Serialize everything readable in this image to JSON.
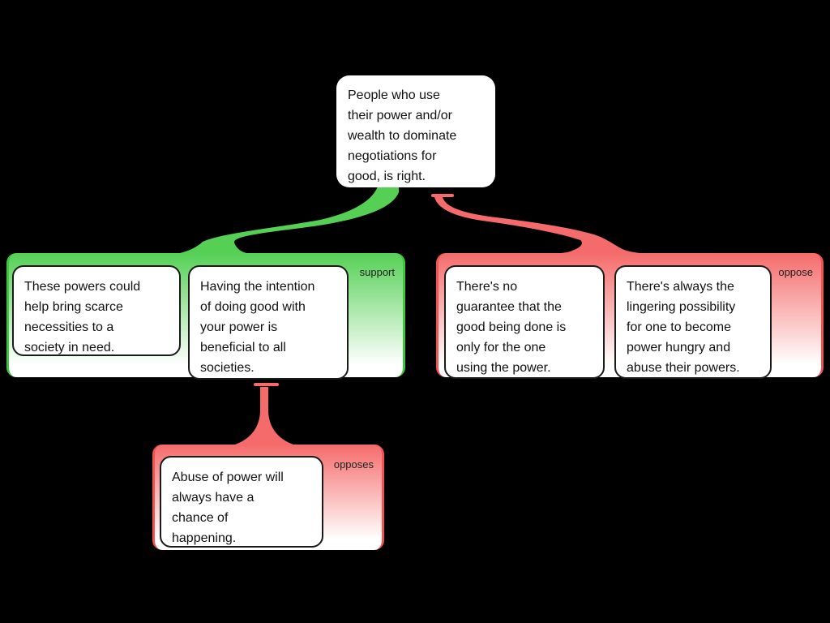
{
  "colors": {
    "background": "#000000",
    "support_green": "#55d055",
    "support_edge": "#3fc63f",
    "oppose_red": "#f56b6b",
    "oppose_edge": "#f15353",
    "box_border": "#1a1a1a",
    "box_text": "#111111",
    "label_text": "#222222"
  },
  "claim": {
    "lines": [
      "People who use",
      "their power and/or",
      "wealth to dominate",
      "negotiations for",
      "good, is right."
    ]
  },
  "support_group": {
    "label": "support",
    "boxes": [
      {
        "lines": [
          "These powers could",
          "help bring scarce",
          "necessities to a",
          "society in need."
        ]
      },
      {
        "lines": [
          "Having the intention",
          "of doing good with",
          "your power is",
          "beneficial to all",
          "societies."
        ]
      }
    ]
  },
  "oppose_group": {
    "label": "oppose",
    "boxes": [
      {
        "lines": [
          "There's no",
          "guarantee that the",
          "good being done is",
          "only for the one",
          "using the power."
        ]
      },
      {
        "lines": [
          "There's always the",
          "lingering possibility",
          "for one to become",
          "power hungry and",
          "abuse their powers."
        ]
      }
    ]
  },
  "opposes_group": {
    "label": "opposes",
    "boxes": [
      {
        "lines": [
          "Abuse of power will",
          "always have a",
          "chance of",
          "happening."
        ]
      }
    ]
  }
}
